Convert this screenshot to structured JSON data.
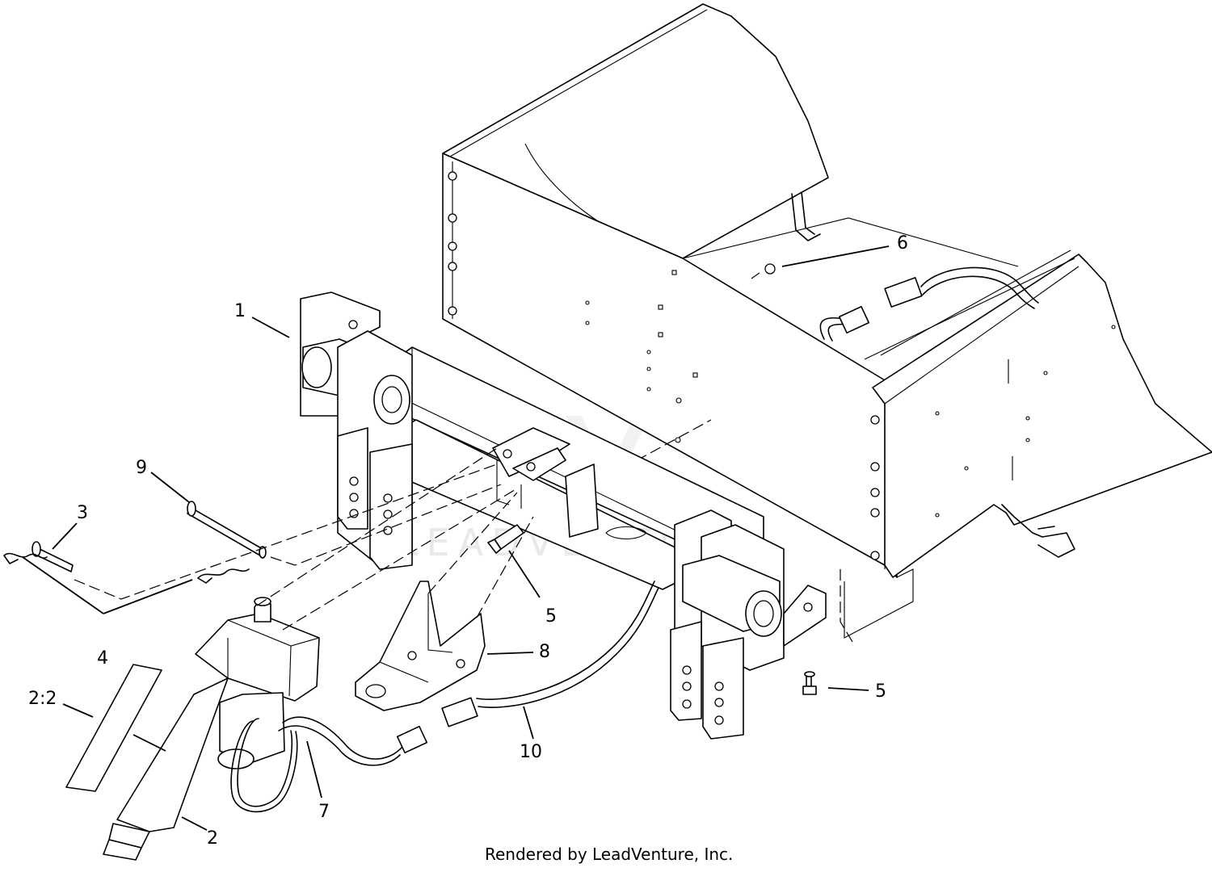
{
  "callouts": [
    {
      "id": "c1",
      "label": "1"
    },
    {
      "id": "c2",
      "label": "2"
    },
    {
      "id": "c2_2",
      "label": "2:2"
    },
    {
      "id": "c3",
      "label": "3"
    },
    {
      "id": "c4",
      "label": "4"
    },
    {
      "id": "c5a",
      "label": "5"
    },
    {
      "id": "c5b",
      "label": "5"
    },
    {
      "id": "c6",
      "label": "6"
    },
    {
      "id": "c7",
      "label": "7"
    },
    {
      "id": "c8",
      "label": "8"
    },
    {
      "id": "c9",
      "label": "9"
    },
    {
      "id": "c10",
      "label": "10"
    }
  ],
  "watermark": "LEADVENTURE",
  "footer": "Rendered by LeadVenture, Inc."
}
